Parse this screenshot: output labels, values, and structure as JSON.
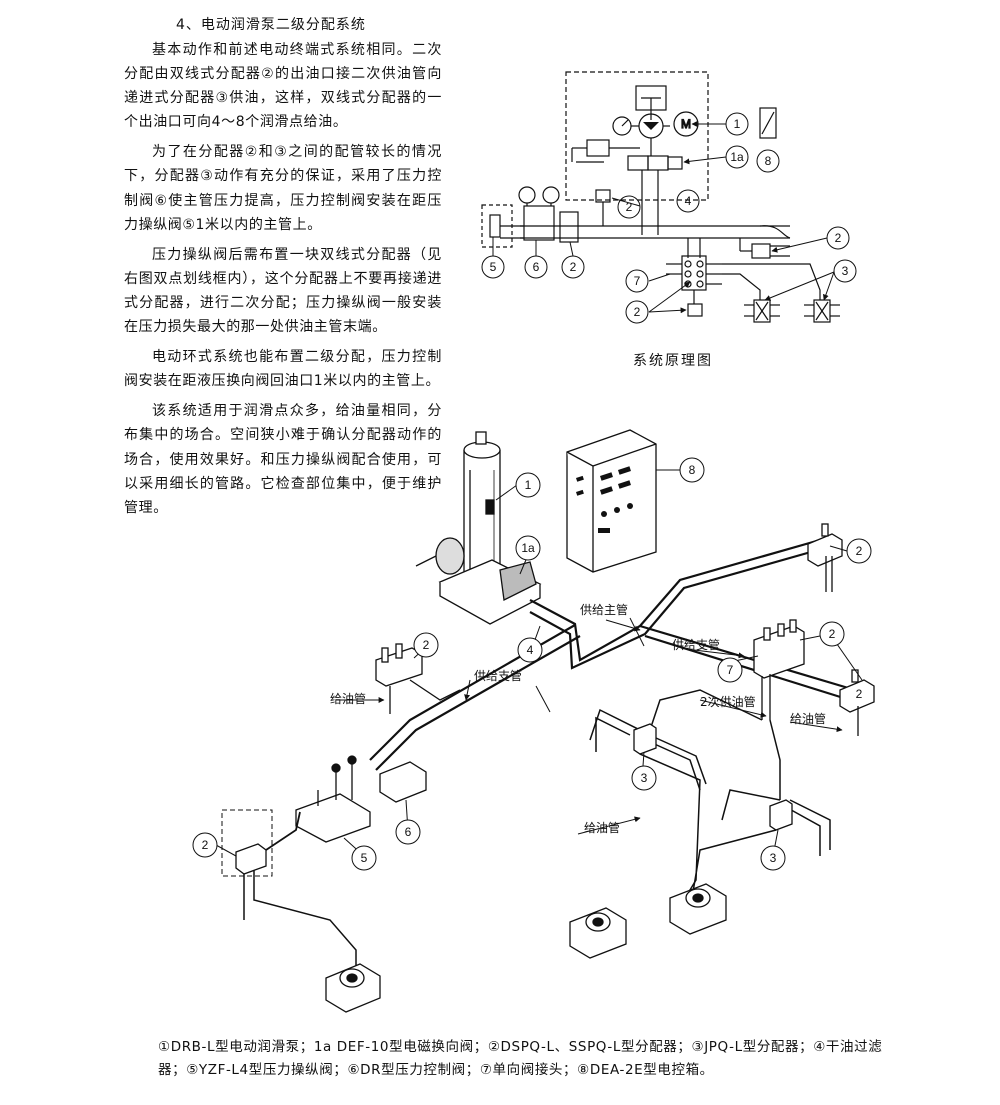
{
  "section_title": "4、电动润滑泵二级分配系统",
  "paragraphs": [
    "基本动作和前述电动终端式系统相同。二次分配由双线式分配器②的出油口接二次供油管向递进式分配器③供油，这样，双线式分配器的一个出油口可向4～8个润滑点给油。",
    "为了在分配器②和③之间的配管较长的情况下，分配器③动作有充分的保证，采用了压力控制阀⑥使主管压力提高，压力控制阀安装在距压力操纵阀⑤1米以内的主管上。",
    "压力操纵阀后需布置一块双线式分配器（见右图双点划线框内），这个分配器上不要再接递进式分配器，进行二次分配；压力操纵阀一般安装在压力损失最大的那一处供油主管末端。",
    "电动环式系统也能布置二级分配，压力控制阀安装在距液压换向阀回油口1米以内的主管上。",
    "该系统适用于润滑点众多，给油量相同，分布集中的场合。空间狭小难于确认分配器动作的场合，使用效果好。和压力操纵阀配合使用，可以采用细长的管路。它检查部位集中，便于维护管理。"
  ],
  "schematic": {
    "caption": "系统原理图",
    "markers": [
      "1",
      "1a",
      "8",
      "2",
      "4",
      "2",
      "5",
      "6",
      "2",
      "7",
      "3",
      "2"
    ]
  },
  "isometric": {
    "labels": {
      "main_supply": "供给主管",
      "branch_supply_right": "供给支管",
      "branch_supply_left": "供给支管",
      "feed_pipe_left": "给油管",
      "feed_pipe_right": "给油管",
      "feed_pipe_bottom": "给油管",
      "secondary_supply": "2次供油管"
    },
    "markers": [
      "1",
      "1a",
      "8",
      "2",
      "2",
      "2",
      "4",
      "7",
      "2",
      "3",
      "3",
      "6",
      "5",
      "2"
    ]
  },
  "legend": "①DRB-L型电动润滑泵；1a DEF-10型电磁换向阀；②DSPQ-L、SSPQ-L型分配器；③JPQ-L型分配器；④干油过滤器；⑤YZF-L4型压力操纵阀；⑥DR型压力控制阀；⑦单向阀接头；⑧DEA-2E型电控箱。"
}
